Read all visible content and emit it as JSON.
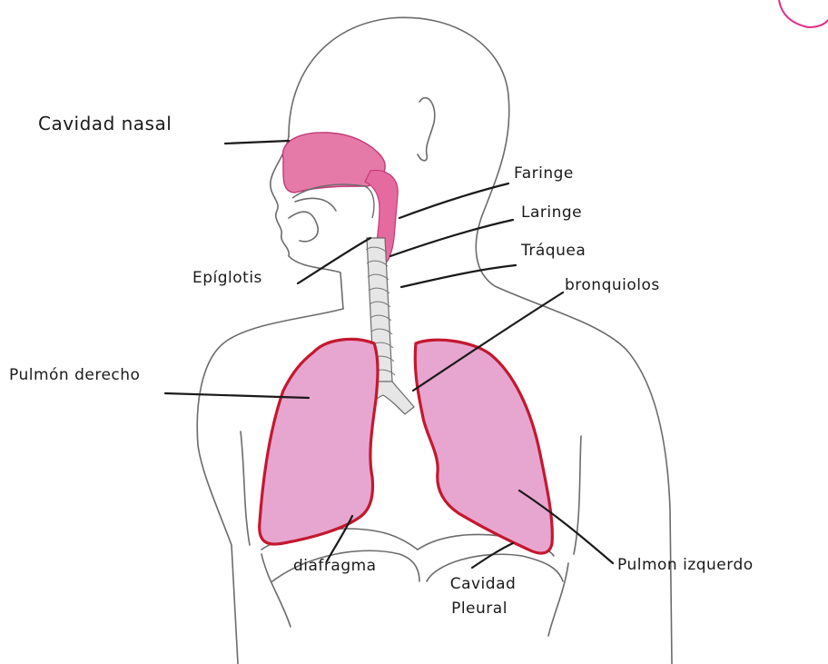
{
  "labels": {
    "nasal_cavity": "Cavidad nasal",
    "pharynx": "Faringe",
    "larynx": "Laringe",
    "trachea": "Tráquea",
    "epiglottis": "Epíglotis",
    "bronchioles": "bronquiolos",
    "right_lung": "Pulmón derecho",
    "diaphragm": "diafragma",
    "pleural_cavity_line1": "Cavidad",
    "pleural_cavity_line2": "Pleural",
    "left_lung": "Pulmon izquerdo"
  },
  "colors": {
    "outline": "#6b6b6b",
    "ink": "#1a1a1a",
    "lung_fill": "#e7a6cf",
    "lung_edge": "#c4182f",
    "nasal_fill": "#e57aa8",
    "pharynx_fill": "#e56aa0",
    "trachea_fill": "#d9d9d9",
    "corner_mark": "#e0308a"
  }
}
